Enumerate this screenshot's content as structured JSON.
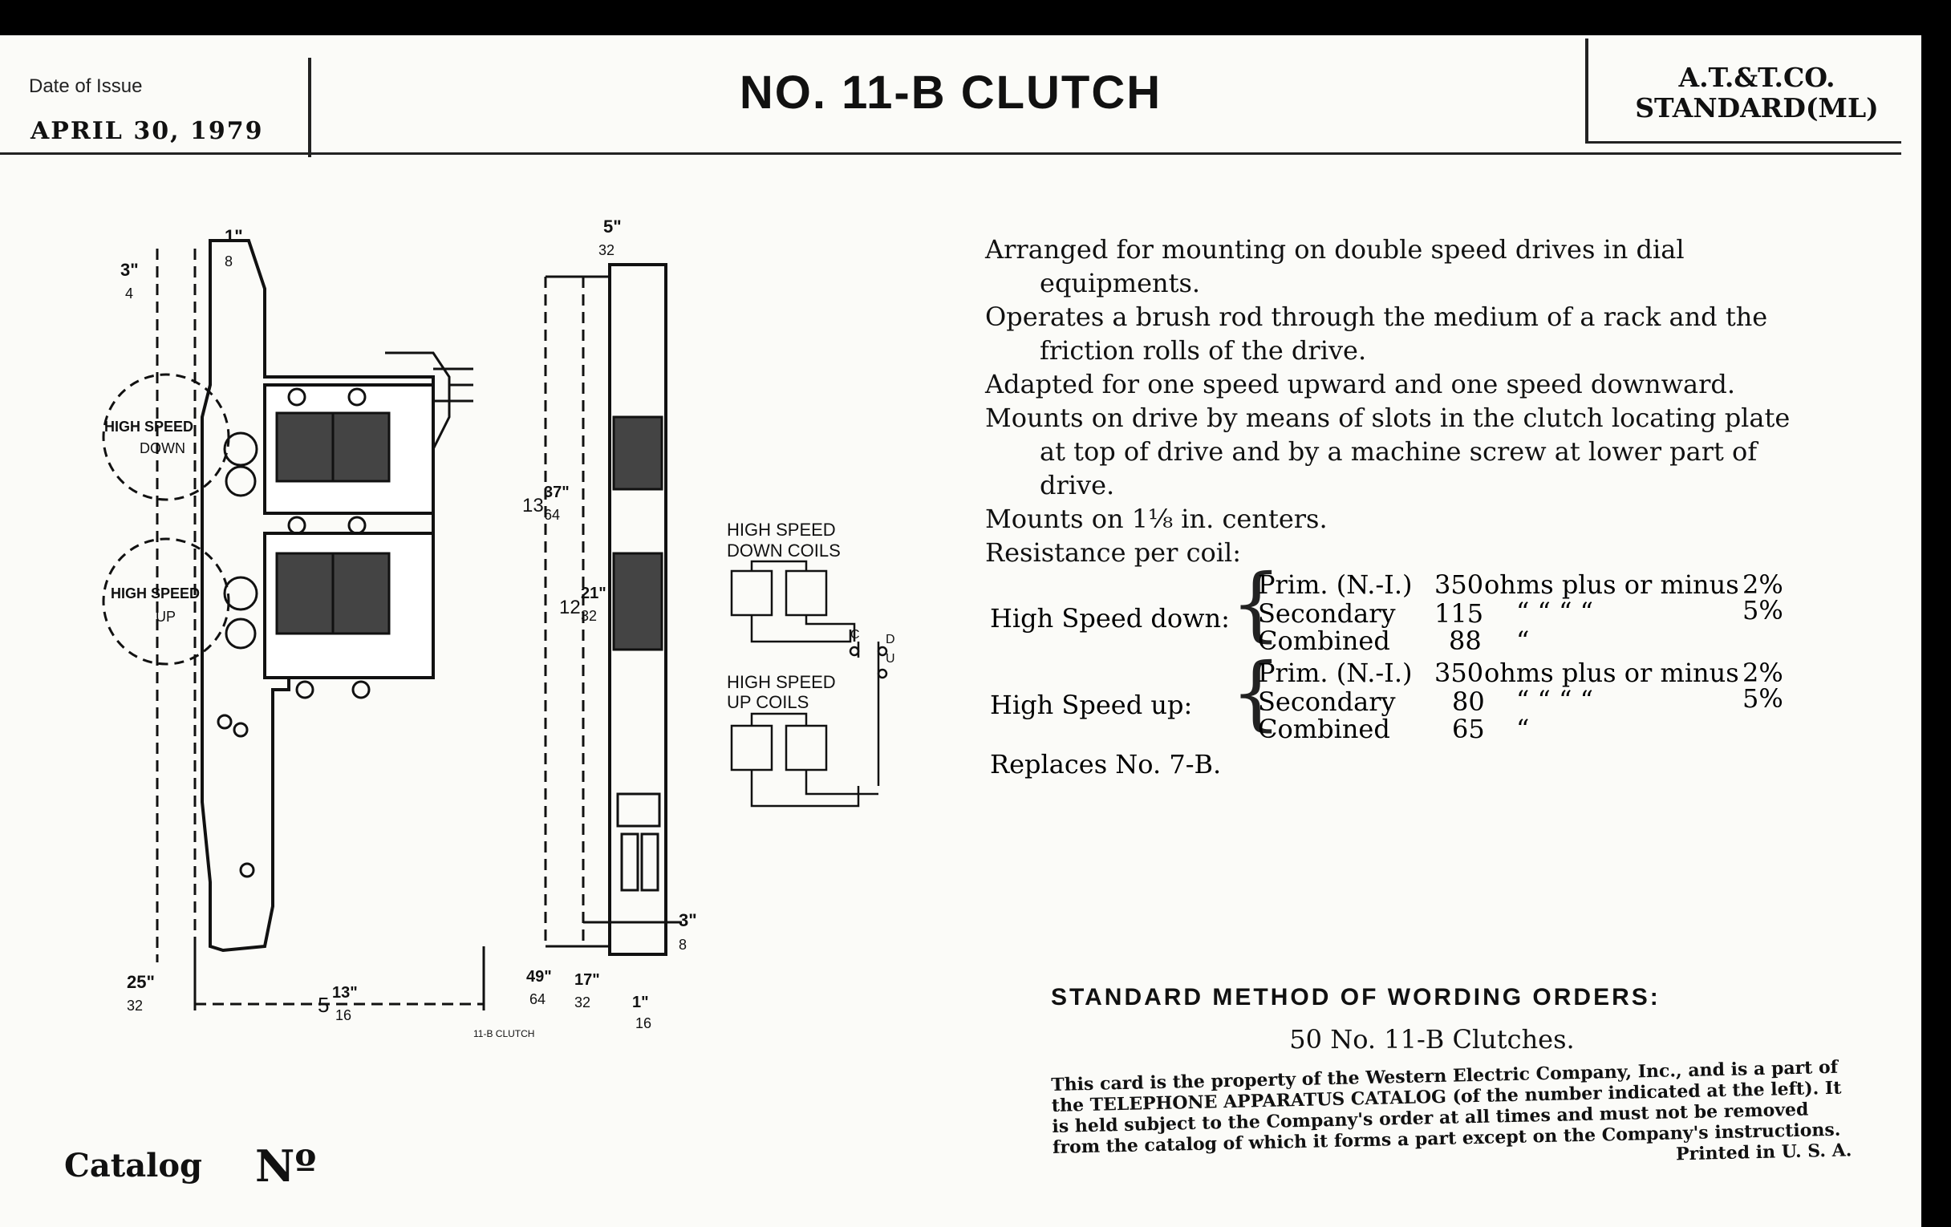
{
  "header": {
    "date_label": "Date of Issue",
    "date_value": "APRIL 30, 1979",
    "title": "NO. 11-B CLUTCH",
    "standard_line1": "A.T.&T.CO.",
    "standard_line2": "STANDARD(ML)"
  },
  "drawing": {
    "dims": {
      "d1": "3\"",
      "d1b": "4",
      "d2": "1\"",
      "d2b": "8",
      "d3": "5\"",
      "d3b": "32",
      "d4": "13",
      "d4n": "37\"",
      "d4d": "64",
      "d5": "12",
      "d5n": "21\"",
      "d5d": "32",
      "d6": "3\"",
      "d6b": "8",
      "d7": "25\"",
      "d7b": "32",
      "d8": "5",
      "d8n": "13\"",
      "d8d": "16",
      "d9": "49\"",
      "d9b": "64",
      "d10": "17\"",
      "d10b": "32",
      "d11": "1\"",
      "d11b": "16"
    },
    "hs_down_1": "HIGH SPEED",
    "hs_down_2": "DOWN",
    "hs_up_1": "HIGH SPEED",
    "hs_up_2": "UP",
    "caption": "11-B CLUTCH",
    "coil_down_1": "HIGH SPEED",
    "coil_down_2": "DOWN COILS",
    "coil_up_1": "HIGH SPEED",
    "coil_up_2": "UP COILS",
    "term_c": "C",
    "term_d": "D",
    "term_u": "U"
  },
  "description": [
    "Arranged for mounting on double speed drives in dial equipments.",
    "Operates a brush rod through the medium of a rack and the friction rolls of the drive.",
    "Adapted for one speed upward and one speed downward.",
    "Mounts on drive by means of slots in the clutch locating plate at top of drive and by a machine screw at lower part of drive.",
    "Mounts on 1⅛ in. centers.",
    "Resistance per coil:"
  ],
  "resistance": {
    "down": {
      "label": "High Speed down:",
      "rows": [
        {
          "name": "Prim. (N.-I.)",
          "value": "350",
          "unit": "ohms plus or minus",
          "tol": "2%"
        },
        {
          "name": "Secondary",
          "value": "115",
          "unit": "“          “          “          “",
          "tol": "5%"
        },
        {
          "name": "Combined",
          "value": "88",
          "unit": "“",
          "tol": ""
        }
      ]
    },
    "up": {
      "label": "High Speed up:",
      "rows": [
        {
          "name": "Prim. (N.-I.)",
          "value": "350",
          "unit": "ohms plus or minus",
          "tol": "2%"
        },
        {
          "name": "Secondary",
          "value": "80",
          "unit": "“          “          “          “",
          "tol": "5%"
        },
        {
          "name": "Combined",
          "value": "65",
          "unit": "“",
          "tol": ""
        }
      ]
    },
    "replaces": "Replaces No. 7-B."
  },
  "ordering": {
    "heading": "STANDARD METHOD OF WORDING ORDERS:",
    "example": "50 No. 11-B Clutches."
  },
  "legal": {
    "text": "This card is the property of the Western Electric Company, Inc., and is a part of the TELEPHONE APPARATUS CATALOG (of the number indicated at the left). It is held subject to the Company's order at all times and must not be removed from the catalog of which it forms a part except on the Company's instructions.",
    "printed": "Printed in U. S. A."
  },
  "footer": {
    "catalog": "Catalog",
    "number_sign": "Nº"
  }
}
